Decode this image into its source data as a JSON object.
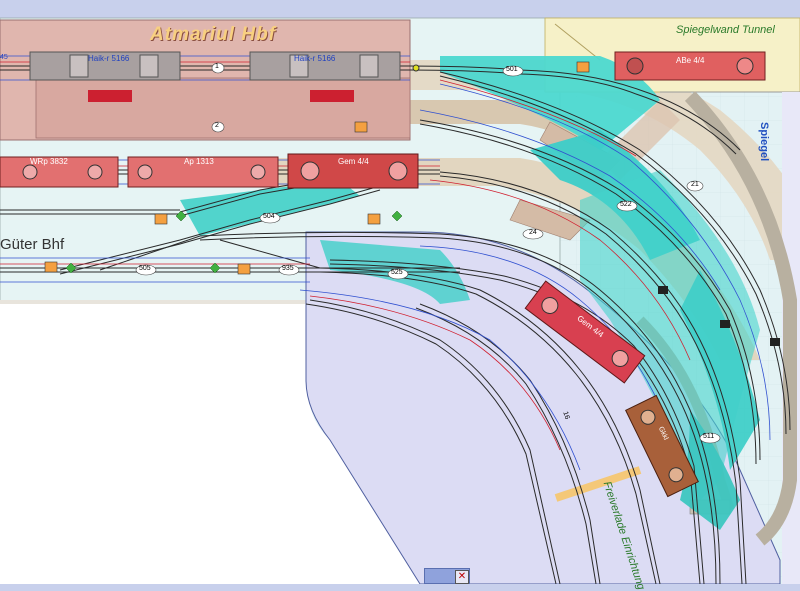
{
  "station": {
    "name": "Atmariul Hbf",
    "freight_yard": "Güter Bhf",
    "tunnel": "Spiegelwand Tunnel",
    "mirror": "Spiegel",
    "loading_area": "Freiverlade Einrichtung"
  },
  "trains": {
    "haik_1": "Haik-r 5166",
    "haik_2": "Haik-r 5166",
    "abe": "ABe 4/4",
    "wrp": "WRp 3832",
    "ap": "Ap 1313",
    "gem_1": "Gem 4/4",
    "gem_2": "Gem 4/4",
    "wagon": "Gkkl"
  },
  "tracks": {
    "t1": "1",
    "t2": "2",
    "t16": "16",
    "t21": "21",
    "t24": "24",
    "t501": "501",
    "t504": "504",
    "t505": "505",
    "t511": "511",
    "t522": "522",
    "t525": "525",
    "t935": "935",
    "t45": "45"
  },
  "colors": {
    "background": "#c8d0ec",
    "platform": "#e2b0aa",
    "beige": "#e0d4c0",
    "switch_zone": "#40d8d0",
    "train_red": "#e06060",
    "wagon_brown": "#a8603a"
  }
}
